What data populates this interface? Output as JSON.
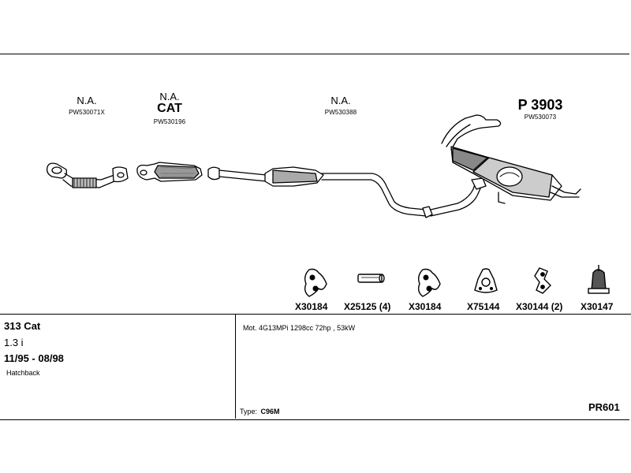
{
  "parts": [
    {
      "title": "N.A.",
      "code": "PW530071X"
    },
    {
      "title": "N.A.",
      "subtitle": "CAT",
      "code": "PW530196"
    },
    {
      "title": "N.A.",
      "code": "PW530388"
    },
    {
      "title": "P 3903",
      "code": "PW530073"
    }
  ],
  "accessories": [
    {
      "code": "X30184",
      "icon": "rubber-hanger-icon"
    },
    {
      "code": "X25125 (4)",
      "icon": "clamp-tube-icon"
    },
    {
      "code": "X30184",
      "icon": "rubber-hanger-icon"
    },
    {
      "code": "X75144",
      "icon": "flange-gasket-icon"
    },
    {
      "code": "X30144 (2)",
      "icon": "rubber-mount-icon"
    },
    {
      "code": "X30147",
      "icon": "rubber-bobbin-icon"
    }
  ],
  "vehicle": {
    "model": "313 Cat",
    "engine": "1.3 i",
    "years": "11/95 - 08/98",
    "body": "Hatchback"
  },
  "motor": "Mot. 4G13MPi 1298cc 72hp , 53kW",
  "type_label": "Type:",
  "type_value": "C96M",
  "ref": "PR601"
}
